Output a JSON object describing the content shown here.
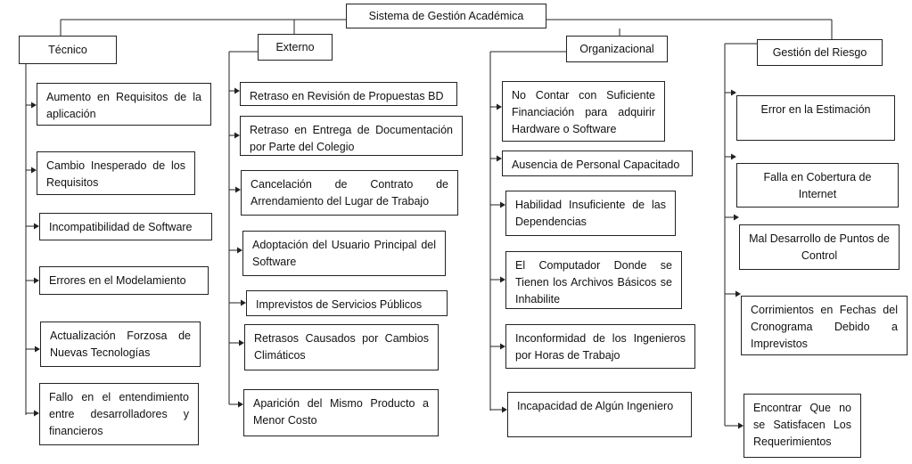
{
  "root": "Sistema de Gestión Académica",
  "categories": [
    {
      "name": "Técnico",
      "items": [
        "Aumento en Requisitos de la aplicación",
        "Cambio Inesperado de los Requisitos",
        "Incompatibilidad de Software",
        "Errores en el Modelamiento",
        "Actualización Forzosa de Nuevas Tecnologías",
        "Fallo en el entendimiento entre desarrolladores y financieros"
      ]
    },
    {
      "name": "Externo",
      "items": [
        "Retraso en Revisión de Propuestas BD",
        "Retraso en Entrega de Documentación por Parte del Colegio",
        "Cancelación de Contrato de Arrendamiento del Lugar de Trabajo",
        "Adoptación del Usuario Principal del Software",
        "Imprevistos de Servicios Públicos",
        "Retrasos Causados por Cambios Climáticos",
        "Aparición del Mismo Producto a Menor Costo"
      ]
    },
    {
      "name": "Organizacional",
      "items": [
        "No Contar con Suficiente Financiación para adquirir Hardware o Software",
        "Ausencia de Personal Capacitado",
        "Habilidad Insuficiente de las Dependencias",
        "El Computador Donde se Tienen los Archivos Básicos se Inhabilite",
        "Inconformidad de los Ingenieros por Horas de Trabajo",
        "Incapacidad de Algún Ingeniero"
      ]
    },
    {
      "name": "Gestión del Riesgo",
      "items": [
        "Error en la Estimación",
        "Falla en Cobertura de Internet",
        "Mal Desarrollo de Puntos de Control",
        "Corrimientos en Fechas del Cronograma Debido a Imprevistos",
        "Encontrar Que no se Satisfacen Los Requerimientos"
      ]
    }
  ]
}
